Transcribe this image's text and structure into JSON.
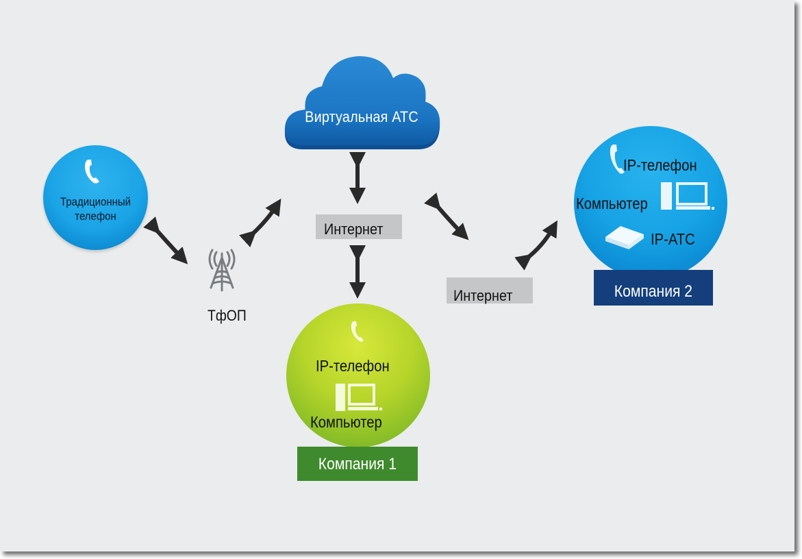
{
  "diagram": {
    "cloud": {
      "label": "Виртуальная АТС",
      "icon": "cloud-icon",
      "color": "#1b74c2"
    },
    "traditional_phone": {
      "label_line1": "Традиционный",
      "label_line2": "телефон",
      "icon": "phone-handset-icon",
      "color": "#1aa3e6"
    },
    "pstn": {
      "label": "ТфОП",
      "icon": "radio-tower-icon"
    },
    "internet_center": {
      "label": "Интернет"
    },
    "internet_right": {
      "label": "Интернет"
    },
    "company1": {
      "phone_label": "IP-телефон",
      "computer_label": "Компьютер",
      "badge": "Компания 1",
      "color": "#9cc82a",
      "badge_color": "#3f8a2c"
    },
    "company2": {
      "phone_label": "IP-телефон",
      "computer_label": "Компьютер",
      "pbx_label": "IP-АТС",
      "badge": "Компания 2",
      "color": "#16a2e4",
      "badge_color": "#143f7c"
    },
    "connections": [
      {
        "from": "traditional_phone",
        "to": "pstn",
        "type": "bidirectional"
      },
      {
        "from": "pstn",
        "to": "internet_center",
        "type": "bidirectional"
      },
      {
        "from": "cloud",
        "to": "internet_center",
        "type": "bidirectional"
      },
      {
        "from": "internet_center",
        "to": "company1",
        "type": "bidirectional"
      },
      {
        "from": "internet_center",
        "to": "internet_right",
        "type": "bidirectional"
      },
      {
        "from": "internet_right",
        "to": "company2",
        "type": "bidirectional"
      }
    ]
  }
}
